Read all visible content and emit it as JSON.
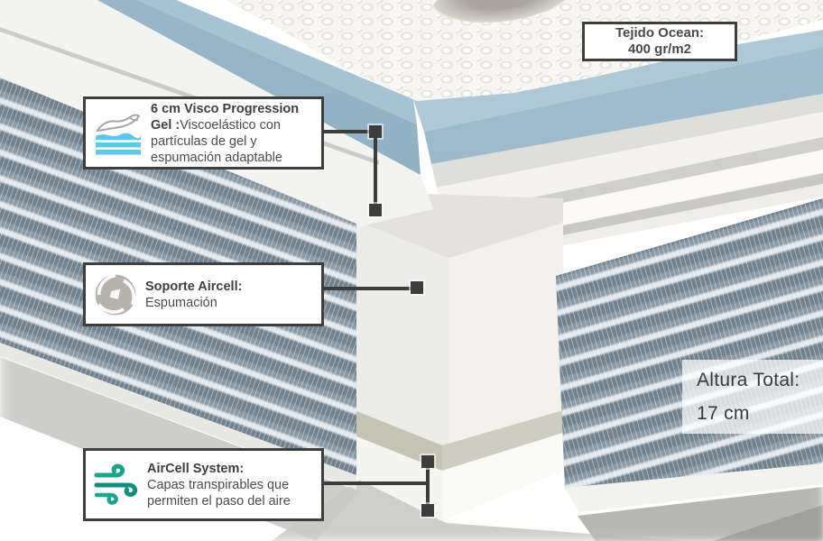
{
  "colors": {
    "callout_border": "#3e3e3e",
    "gel_blue_top": "#aec8d6",
    "gel_blue_front": "#8fb0c4",
    "mesh_gray": "#8d9aa4",
    "wind_teal": "#1da289",
    "title_text": "#3f3f3f"
  },
  "callouts": {
    "tejido": {
      "line1": "Tejido Ocean:",
      "line2": "400 gr/m2"
    },
    "visco": {
      "icon": "hand-gel-layers-icon",
      "title_line1": "6 cm Visco Progression",
      "title_line2_bold": "Gel :",
      "line2_rest": "Viscoelástico con",
      "line3": "partículas de gel y",
      "line4": "espumación adaptable"
    },
    "soporte": {
      "icon": "aperture-foam-icon",
      "title": "Soporte Aircell:",
      "body": "Espumación"
    },
    "aircell": {
      "icon": "wind-icon",
      "title": "AirCell System:",
      "line1": "Capas transpirables que",
      "line2": "permiten el paso del aire"
    },
    "altura": {
      "line1": "Altura Total:",
      "line2": "17 cm"
    }
  }
}
